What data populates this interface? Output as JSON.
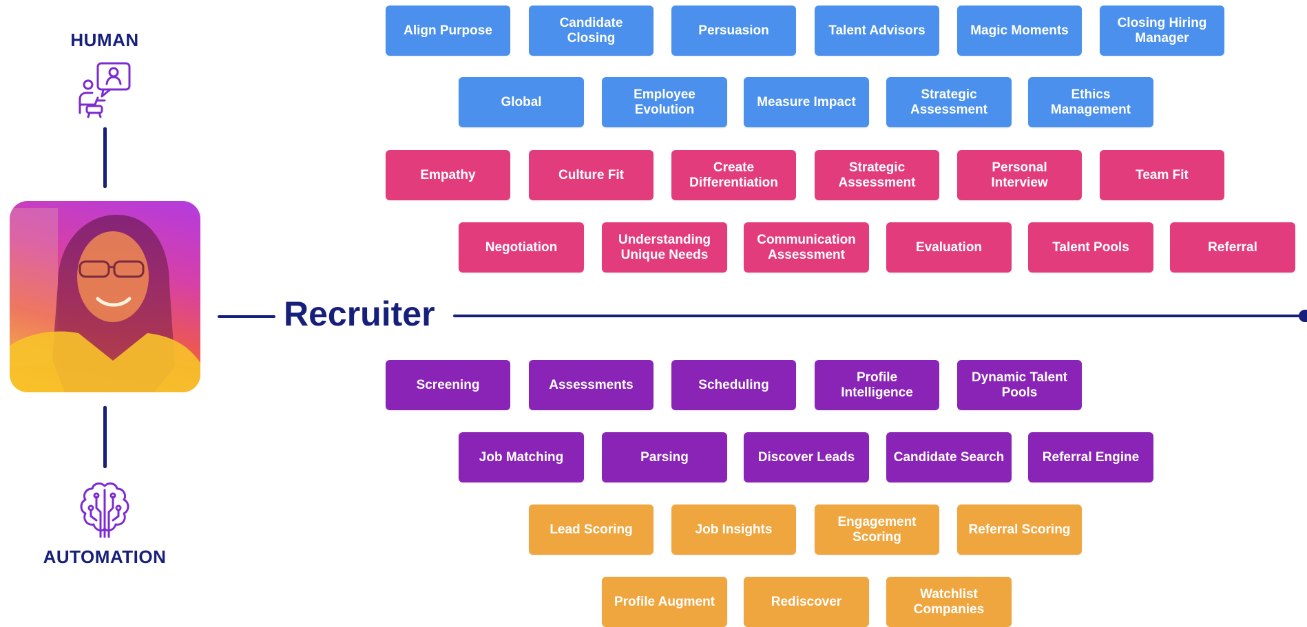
{
  "colors": {
    "navy": "#16207a",
    "blue": "#4a90ec",
    "pink": "#e33c7c",
    "purple": "#8a24b7",
    "orange": "#f0a63f"
  },
  "left": {
    "human_label": "HUMAN",
    "human_icon": "person-chat-icon",
    "automation_label": "AUTOMATION",
    "automation_icon": "circuit-brain-icon",
    "photo": "recruiter-portrait"
  },
  "center": {
    "title": "Recruiter"
  },
  "rows": [
    {
      "color": "blue",
      "items": [
        "Align Purpose",
        "Candidate Closing",
        "Persuasion",
        "Talent Advisors",
        "Magic Moments",
        "Closing Hiring Manager"
      ]
    },
    {
      "color": "blue",
      "items": [
        "Global",
        "Employee Evolution",
        "Measure Impact",
        "Strategic Assessment",
        "Ethics Management"
      ]
    },
    {
      "color": "pink",
      "items": [
        "Empathy",
        "Culture Fit",
        "Create Differentiation",
        "Strategic Assessment",
        "Personal Interview",
        "Team Fit"
      ]
    },
    {
      "color": "pink",
      "items": [
        "Negotiation",
        "Understanding Unique Needs",
        "Communication Assessment",
        "Evaluation",
        "Talent Pools",
        "Referral"
      ]
    },
    {
      "color": "purple",
      "items": [
        "Screening",
        "Assessments",
        "Scheduling",
        "Profile Intelligence",
        "Dynamic Talent Pools"
      ]
    },
    {
      "color": "purple",
      "items": [
        "Job Matching",
        "Parsing",
        "Discover Leads",
        "Candidate Search",
        "Referral Engine"
      ]
    },
    {
      "color": "orange",
      "items": [
        "Lead Scoring",
        "Job Insights",
        "Engagement Scoring",
        "Referral Scoring"
      ]
    },
    {
      "color": "orange",
      "items": [
        "Profile Augment",
        "Rediscover",
        "Watchlist Companies"
      ]
    }
  ]
}
